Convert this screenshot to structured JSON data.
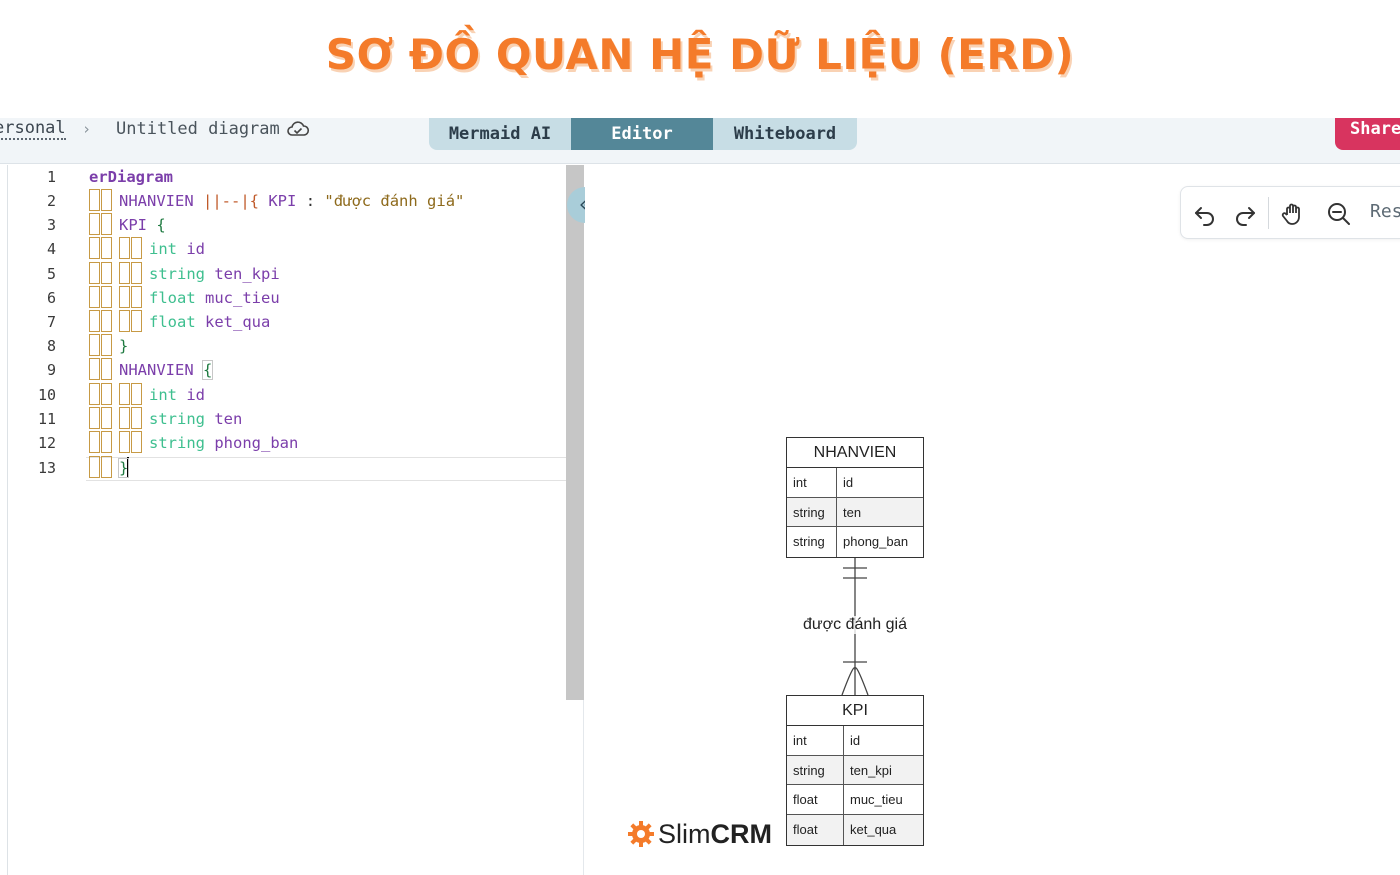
{
  "banner": {
    "title": "SƠ ĐỒ QUAN HỆ DỮ LIỆU (ERD)"
  },
  "breadcrumb": {
    "personal": "ersonal",
    "separator": "›",
    "diagram_title": "Untitled diagram"
  },
  "tabs": [
    {
      "label": "Mermaid AI",
      "active": false
    },
    {
      "label": "Editor",
      "active": true
    },
    {
      "label": "Whiteboard",
      "active": false
    }
  ],
  "share_button": {
    "label": "Share"
  },
  "editor": {
    "line_numbers": [
      "1",
      "2",
      "3",
      "4",
      "5",
      "6",
      "7",
      "8",
      "9",
      "10",
      "11",
      "12",
      "13"
    ],
    "lines": {
      "l1": {
        "kw": "erDiagram"
      },
      "l2": {
        "a": "NHANVIEN",
        "op1": "||--|{",
        "b": "KPI",
        "colon": ":",
        "label": "\"được đánh giá\""
      },
      "l3": {
        "ent": "KPI",
        "brace": "{"
      },
      "l4": {
        "type": "int",
        "attr": "id"
      },
      "l5": {
        "type": "string",
        "attr": "ten_kpi"
      },
      "l6": {
        "type": "float",
        "attr": "muc_tieu"
      },
      "l7": {
        "type": "float",
        "attr": "ket_qua"
      },
      "l8": {
        "brace": "}"
      },
      "l9": {
        "ent": "NHANVIEN",
        "brace": "{"
      },
      "l10": {
        "type": "int",
        "attr": "id"
      },
      "l11": {
        "type": "string",
        "attr": "ten"
      },
      "l12": {
        "type": "string",
        "attr": "phong_ban"
      },
      "l13": {
        "brace": "}"
      }
    }
  },
  "collapse_button": {
    "label": "«"
  },
  "zoom_toolbar": {
    "reset_label": "Res"
  },
  "diagram": {
    "entities": [
      {
        "name": "NHANVIEN",
        "attributes": [
          {
            "type": "int",
            "name": "id"
          },
          {
            "type": "string",
            "name": "ten"
          },
          {
            "type": "string",
            "name": "phong_ban"
          }
        ]
      },
      {
        "name": "KPI",
        "attributes": [
          {
            "type": "int",
            "name": "id"
          },
          {
            "type": "string",
            "name": "ten_kpi"
          },
          {
            "type": "float",
            "name": "muc_tieu"
          },
          {
            "type": "float",
            "name": "ket_qua"
          }
        ]
      }
    ],
    "relationship": {
      "label": "được đánh giá"
    }
  },
  "logo": {
    "part1": "Slim",
    "part2": "CRM",
    "color": "#f47b2a"
  }
}
